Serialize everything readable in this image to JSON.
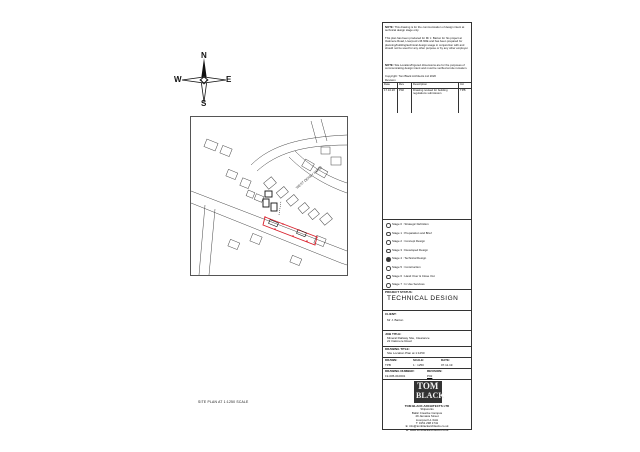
{
  "compass": {
    "n": "N",
    "s": "S",
    "e": "E",
    "w": "W"
  },
  "map": {
    "road_label": "WEST DERBY ROAD",
    "caption": "SITE PLAN AT 1:1250 SCALE"
  },
  "title_block": {
    "note1_label": "NOTE:",
    "note1_text": "This drawing is for the communication of design intent at technical design stage only.",
    "note2_text": "This plan has been produced for Mr J. Barton for his project at Oakmere Road, Liverpool L36 6DE and has been prepared for planning/building/technical design usage in conjunction with and should not be used for any other purpose or by any other employer.",
    "note3_label": "NOTE:",
    "note3_text": "Site Location/Figured dimensions are for the purposes of communicating design intent and must be verified at site rumatum.",
    "copyright": "Copyright: Tom Black Architects Ltd 2020",
    "revisions_heading": "Revision",
    "rev_headers": [
      "Date",
      "Rev",
      "Description",
      "Init"
    ],
    "rev_row": [
      "17.10.20",
      "P02",
      "Drawing revised for building regulations submission",
      "TPB"
    ],
    "stages": [
      {
        "label": "Stage 0 : Strategic Definition",
        "active": false
      },
      {
        "label": "Stage 1 : Preparation and Brief",
        "active": false
      },
      {
        "label": "Stage 2 : Concept Design",
        "active": false
      },
      {
        "label": "Stage 3 : Developed Design",
        "active": false
      },
      {
        "label": "Stage 4 : Technical Design",
        "active": true
      },
      {
        "label": "Stage 5 : Construction",
        "active": false
      },
      {
        "label": "Stage 6 : Hand Over & Close Out",
        "active": false
      },
      {
        "label": "Stage 7 : In Use Services",
        "active": false
      }
    ],
    "project_status_label": "PROJECT STATUS:",
    "project_status": "TECHNICAL    DESIGN",
    "client_label": "CLIENT:",
    "client": "Mr J. Barton",
    "job_label": "JOB TITLE:",
    "job_line1": "Mineral Railway Site, Clearance",
    "job_line2": "22 Oakmere Road",
    "drawing_title_label": "DRAWING TITLE:",
    "drawing_title": "Site Location Plan at 1:1250",
    "drawn_label": "DRAWN:",
    "scale_label": "SCALE:",
    "date_label": "DATE:",
    "drawn": "TPB",
    "scale": "1 : 1250",
    "date": "07.11.19",
    "drawing_number_label": "DRAWING NUMBER:",
    "revision_label": "REVISION:",
    "drawing_number": "19-005-010001",
    "revision": "P02",
    "logo_line1": "TOM",
    "logo_line2": "BLACK",
    "company_name": "TOM BLACK ARCHITECTS LTD",
    "company_lines": [
      "Shipworks",
      "Baltic Creative Campus",
      "49 Jamaica Street",
      "Liverpool L1 0AH",
      "T: 0151 298 1741"
    ],
    "email": "E: info@tomblackarchitects.co.uk",
    "web": "W: www.tomblackarchitects.co.uk"
  },
  "colors": {
    "site_boundary": "#d91f2b",
    "ink": "#333333"
  }
}
